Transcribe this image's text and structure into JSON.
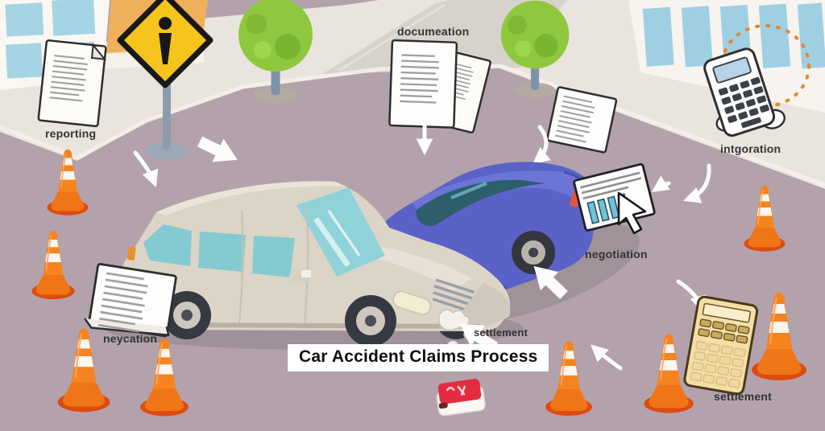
{
  "title": "Car Accident Claims Process",
  "steps": {
    "reporting": "reporting",
    "documentation": "documeation",
    "integration": "intgoration",
    "negotiation": "negotiation",
    "notification": "neycation",
    "settlement_tag": "settlement",
    "settlement": "settlement"
  },
  "icons": [
    "document-icon",
    "documents-stack-icon",
    "tilted-document-icon",
    "sheet-on-car-icon",
    "calculator-in-hands-icon",
    "bar-chart-cursor-icon",
    "calculator-icon",
    "traffic-cone-icon",
    "pedestrian-sign-icon",
    "tree-icon",
    "first-aid-box-icon",
    "flow-arrow-icon",
    "cursor-arrow-icon"
  ],
  "colors": {
    "road": "#b3a2ab",
    "sidewalk": "#eae4de",
    "top_road": "#d8d2cc",
    "tree_green": "#8fc83f",
    "sign_yellow": "#f6c51d",
    "cone_orange": "#f5831f",
    "cone_base": "#de4a10",
    "car_beige": "#dcd4c7",
    "car_blue": "#5a62c8",
    "window_teal": "#84cbd1",
    "blue_car_window": "#2c5e6c",
    "chart_teal": "#6fc3d6",
    "calculator_tan": "#f5dda6",
    "aid_red": "#e52b3f",
    "arrow_white": "#fcfcfa",
    "label_text": "#333333",
    "title_bg": "#ffffff",
    "title_text": "#101010"
  }
}
